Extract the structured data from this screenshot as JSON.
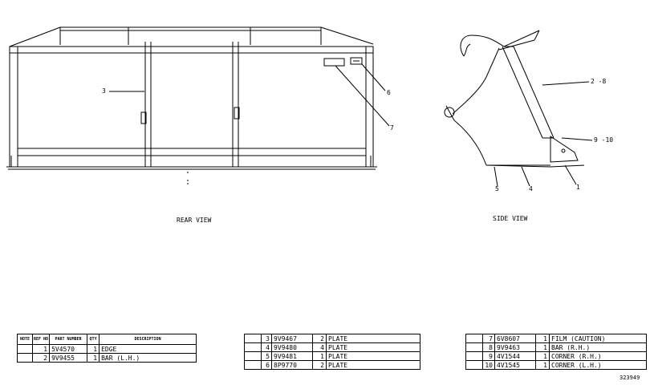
{
  "views": {
    "rear": {
      "title": "REAR VIEW",
      "callouts": {
        "c3": "3",
        "c6": "6",
        "c7": "7"
      }
    },
    "side": {
      "title": "SIDE VIEW",
      "callouts": {
        "c2": "2 -8",
        "c9": "9 -10",
        "c5": "5",
        "c4": "4",
        "c1": "1"
      }
    }
  },
  "table_headers": {
    "note": "NOTE",
    "ref_no": "REF NO",
    "part_number": "PART NUMBER",
    "qty": "QTY",
    "description": "DESCRIPTION"
  },
  "parts_group_1": [
    {
      "ref": "1",
      "part": "5V4570",
      "qty": "1",
      "desc": "EDGE"
    },
    {
      "ref": "2",
      "part": "9V9455",
      "qty": "1",
      "desc": "BAR (L.H.)"
    }
  ],
  "parts_group_2": [
    {
      "ref": "3",
      "part": "9V9467",
      "qty": "2",
      "desc": "PLATE"
    },
    {
      "ref": "4",
      "part": "9V9480",
      "qty": "4",
      "desc": "PLATE"
    },
    {
      "ref": "5",
      "part": "9V9481",
      "qty": "1",
      "desc": "PLATE"
    },
    {
      "ref": "6",
      "part": "8P9770",
      "qty": "2",
      "desc": "PLATE"
    }
  ],
  "parts_group_3": [
    {
      "ref": "7",
      "part": "6V8607",
      "qty": "1",
      "desc": "FILM (CAUTION)"
    },
    {
      "ref": "8",
      "part": "9V9463",
      "qty": "1",
      "desc": "BAR (R.H.)"
    },
    {
      "ref": "9",
      "part": "4V1544",
      "qty": "1",
      "desc": "CORNER (R.H.)"
    },
    {
      "ref": "10",
      "part": "4V1545",
      "qty": "1",
      "desc": "CORNER (L.H.)"
    }
  ],
  "figure_number": "323949"
}
